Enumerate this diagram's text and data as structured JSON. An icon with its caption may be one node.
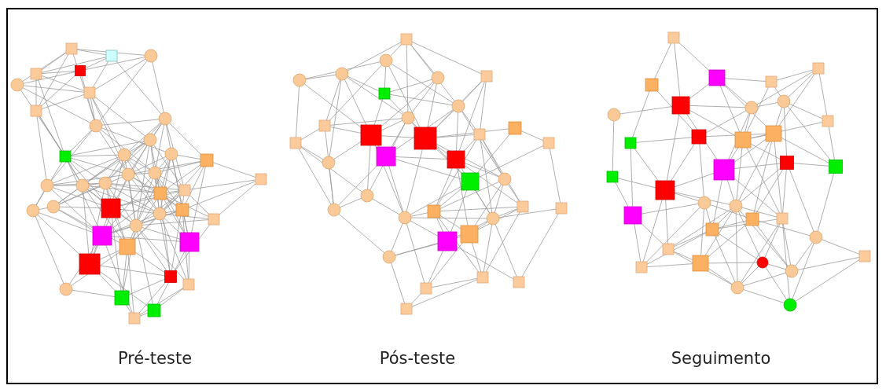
{
  "diagram": {
    "labels": [
      "Pré-teste",
      "Pós-teste",
      "Seguimento"
    ]
  }
}
